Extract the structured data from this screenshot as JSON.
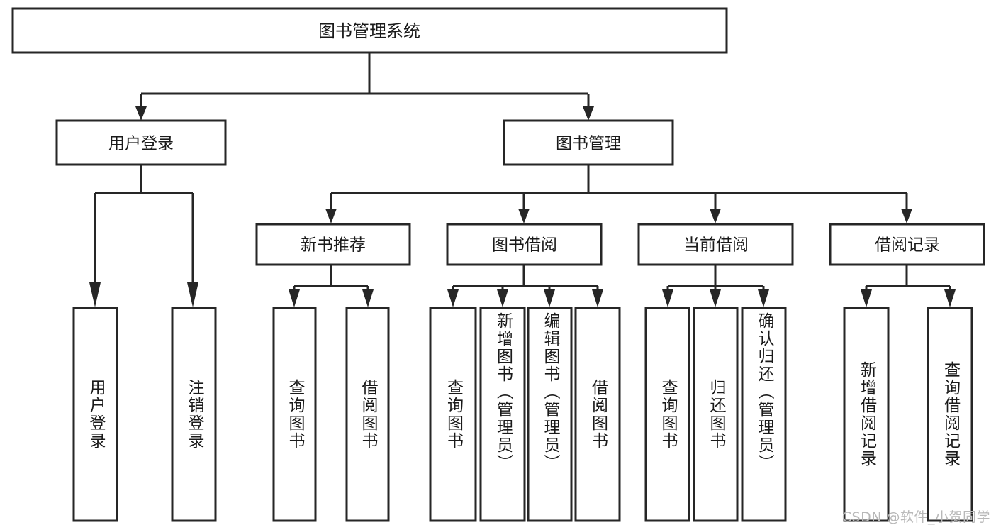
{
  "diagram": {
    "title": "图书管理系统",
    "type": "tree",
    "levels": {
      "root": {
        "label": "图书管理系统"
      },
      "level2": [
        {
          "label": "用户登录"
        },
        {
          "label": "图书管理"
        }
      ],
      "level3": [
        {
          "label": "新书推荐"
        },
        {
          "label": "图书借阅"
        },
        {
          "label": "当前借阅"
        },
        {
          "label": "借阅记录"
        }
      ]
    },
    "leaves": {
      "user_login": [
        {
          "label": "用户登录"
        },
        {
          "label": "注销登录"
        }
      ],
      "new_book": [
        {
          "label": "查询图书"
        },
        {
          "label": "借阅图书"
        }
      ],
      "book_borrow": [
        {
          "label": "查询图书"
        },
        {
          "label": "新增图书（管理员）"
        },
        {
          "label": "编辑图书（管理员）"
        },
        {
          "label": "借阅图书"
        }
      ],
      "current_borrow": [
        {
          "label": "查询图书"
        },
        {
          "label": "归还图书"
        },
        {
          "label": "确认归还（管理员）"
        }
      ],
      "borrow_record": [
        {
          "label": "新增借阅记录"
        },
        {
          "label": "查询借阅记录"
        }
      ]
    },
    "watermark": "CSDN @软件_小贺同学",
    "colors": {
      "stroke": "#262626",
      "fill": "#ffffff",
      "text": "#1a1a1a",
      "watermark": "#b8b8b8"
    }
  }
}
